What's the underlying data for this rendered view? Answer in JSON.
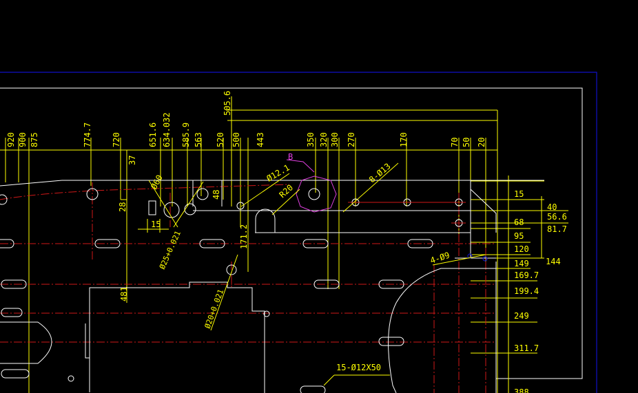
{
  "colors": {
    "background": "#000000",
    "dimension": "#ffff00",
    "outline": "#ffffff",
    "centerline": "#d01818",
    "frame": "#1010c8",
    "callout": "#e040e0"
  },
  "top_dims": [
    "920",
    "900",
    "875",
    "774.7",
    "720",
    "651.6",
    "634.032",
    "585.9",
    "563",
    "520",
    "505.6",
    "500",
    "443",
    "350",
    "320",
    "300",
    "270",
    "170",
    "70",
    "50",
    "20"
  ],
  "right_dims": [
    "15",
    "40",
    "56.6",
    "81.7",
    "68",
    "95",
    "120",
    "144",
    "149",
    "169.7",
    "199.4",
    "249",
    "311.7",
    "388"
  ],
  "vertical_dims": [
    "37",
    "28",
    "48",
    "171.2",
    "481"
  ],
  "small_dims": [
    "15"
  ],
  "annotations": {
    "phi60": "Ø60",
    "phi12_1": "Ø12.1",
    "r20": "R20",
    "b_label": "B",
    "holes_8": "8-Ø13",
    "holes_4": "4-Ø9",
    "phi25": "Ø25+0.021",
    "phi20": "Ø20+0.021",
    "slots": "15-Ø12X50"
  }
}
